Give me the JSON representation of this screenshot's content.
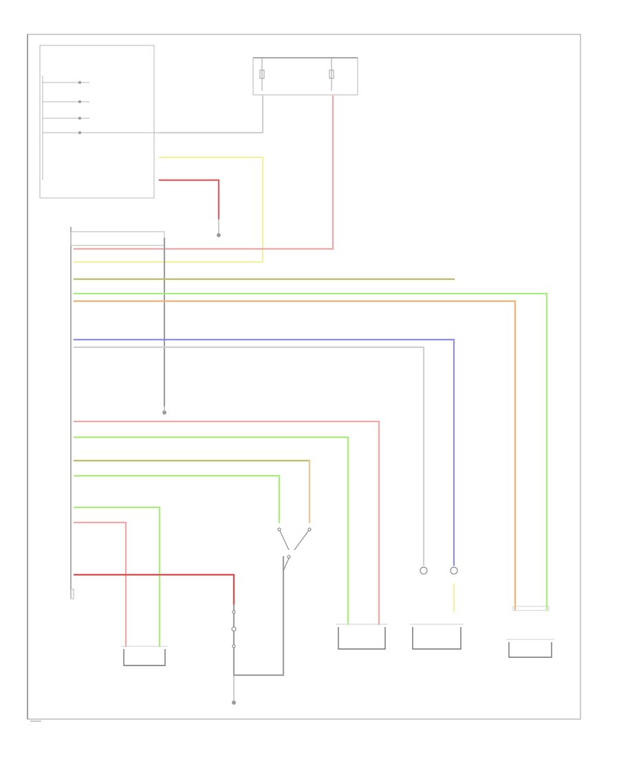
{
  "diagram": {
    "background": "#ffffff",
    "wire_colors": {
      "red": "#f2a6a6",
      "strong_red": "#ee4444",
      "yellow": "#f3f0a0",
      "green": "#a6f07a",
      "orange": "#f5b070",
      "blue": "#8c8cf2",
      "olive": "#bcbc66",
      "gray": "#9d9d9d",
      "light_gray": "#cfcfcf"
    },
    "components": [
      {
        "id": "gauge-control-unit",
        "label": ""
      },
      {
        "id": "fuse-box",
        "label": ""
      },
      {
        "id": "srs-control-unit",
        "label": ""
      },
      {
        "id": "driver-seat-belt-pretensioner",
        "label": ""
      },
      {
        "id": "passenger-seat-belt-pretensioner",
        "label": ""
      },
      {
        "id": "side-airbag-sensor",
        "label": ""
      },
      {
        "id": "front-passenger-airbag",
        "label": ""
      },
      {
        "id": "occupant-position-switch",
        "label": ""
      },
      {
        "id": "passenger-weight-sensor",
        "label": ""
      }
    ],
    "footer_code": ""
  }
}
